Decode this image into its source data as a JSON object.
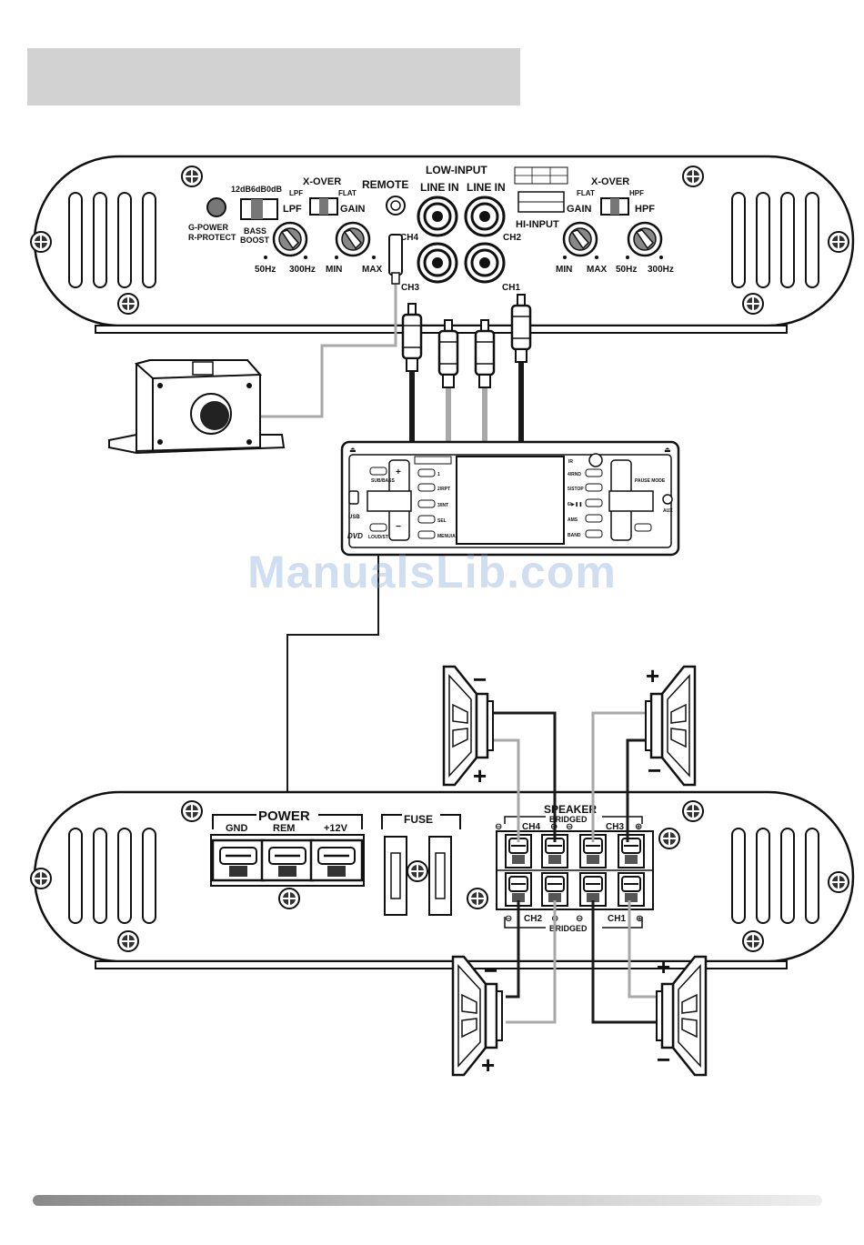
{
  "amp_top": {
    "g_power": "G-POWER",
    "r_protect": "R-PROTECT",
    "bass_boost": {
      "label": "BASS BOOST",
      "options": [
        "12dB",
        "6dB",
        "0dB"
      ]
    },
    "xover_left": {
      "title": "X-OVER",
      "options": [
        "LPF",
        "FLAT"
      ]
    },
    "lpf_knob": {
      "label": "LPF",
      "min": "50Hz",
      "max": "300Hz"
    },
    "gain_left": {
      "label": "GAIN",
      "min": "MIN",
      "max": "MAX"
    },
    "remote": "REMOTE",
    "low_input": {
      "title": "LOW-INPUT",
      "line_in_left": "LINE IN",
      "line_in_right": "LINE IN"
    },
    "channels": [
      "CH4",
      "CH2",
      "CH3",
      "CH1"
    ],
    "hi_input": "HI-INPUT",
    "xover_right": {
      "title": "X-OVER",
      "options": [
        "FLAT",
        "HPF"
      ]
    },
    "gain_right": {
      "label": "GAIN",
      "min": "MIN",
      "max": "MAX"
    },
    "hpf_knob": {
      "label": "HPF",
      "min": "50Hz",
      "max": "300Hz"
    }
  },
  "head_unit": {
    "left_buttons": [
      "SUB/BASS",
      "LOUD/ST"
    ],
    "mid_buttons": [
      "1",
      "2/RPT",
      "3/INT",
      "SEL",
      "MENU/A"
    ],
    "right_buttons": [
      "IR",
      "4/RND",
      "5/STOP",
      "6/▶❚❚",
      "AMS",
      "BAND"
    ],
    "far_right": [
      "PAUSE MODE",
      "AUX"
    ],
    "usb": "USB",
    "dvd_logo": "DVD"
  },
  "watermark": "ManualsLib.com",
  "amp_bottom": {
    "power": {
      "title": "POWER",
      "terminals": [
        "GND",
        "REM",
        "+12V"
      ]
    },
    "fuse": "FUSE",
    "speaker": {
      "title": "SPEAKER",
      "bridged": "BRIDGED",
      "top_channels": [
        "CH4",
        "CH3"
      ],
      "bottom_channels": [
        "CH2",
        "CH1"
      ]
    }
  },
  "polarity": {
    "minus": "−",
    "plus": "+"
  },
  "colors": {
    "panel_stroke": "#111111",
    "wire_dark": "#1a1a1a",
    "wire_grey": "#a8a8a8",
    "title_bar": "#d2d2d2"
  }
}
